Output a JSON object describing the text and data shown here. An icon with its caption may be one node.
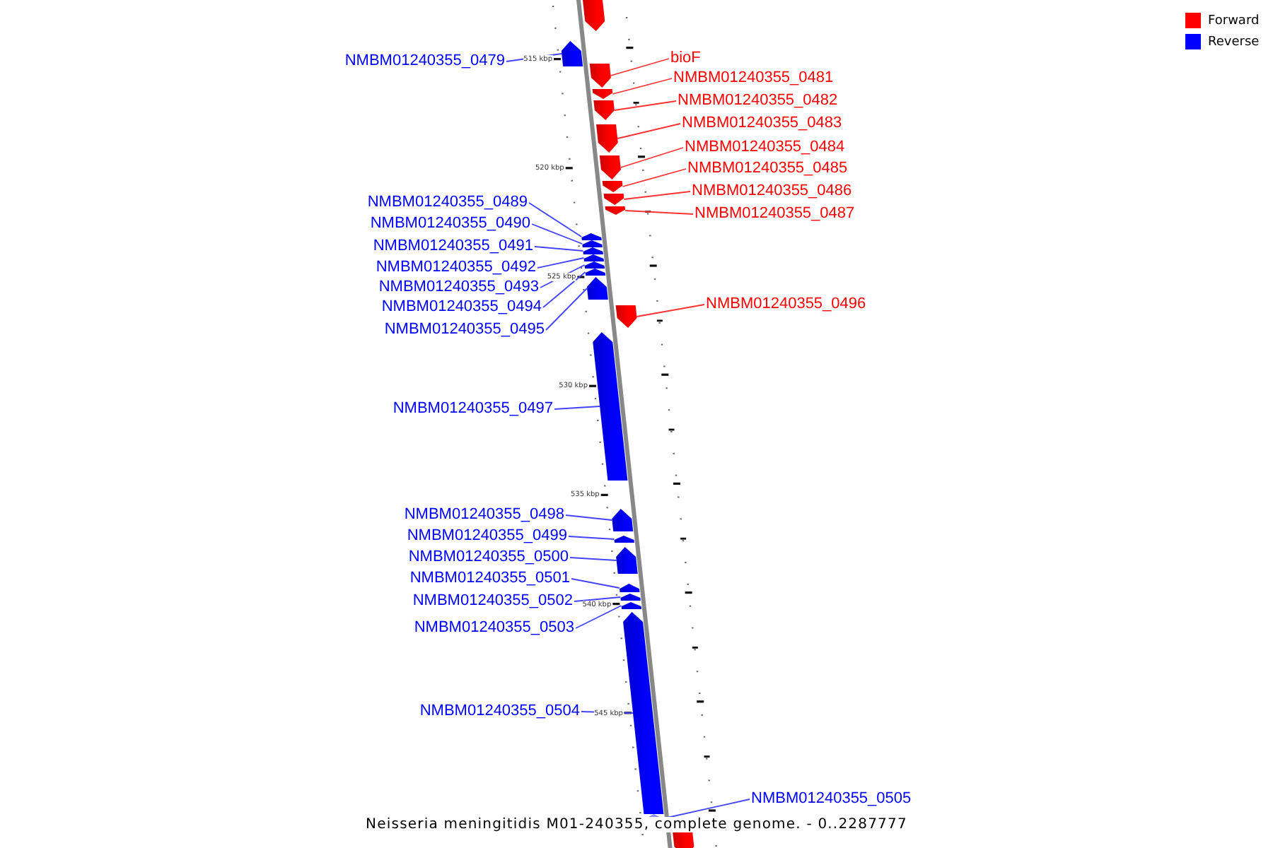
{
  "diagram": {
    "caption": "Neisseria meningitidis M01-240355, complete genome. - 0..2287777",
    "nodes": [
      {
        "text": [
          "NMBM01240355_0479"
        ]
      },
      {
        "text": [
          "bioF"
        ]
      },
      {
        "text": [
          "NMBM01240355_0481"
        ]
      },
      {
        "text": [
          "NMBM01240355_0482"
        ]
      },
      {
        "text": [
          "NMBM01240355_0483"
        ]
      },
      {
        "text": [
          "NMBM01240355_0484"
        ]
      },
      {
        "text": [
          "NMBM01240355_0485"
        ]
      },
      {
        "text": [
          "NMBM01240355_0486"
        ]
      },
      {
        "text": [
          "NMBM01240355_0487"
        ]
      },
      {
        "text": [
          "NMBM01240355_0489"
        ]
      },
      {
        "text": [
          "NMBM01240355_0490"
        ]
      },
      {
        "text": [
          "NMBM01240355_0491"
        ]
      },
      {
        "text": [
          "NMBM01240355_0492"
        ]
      },
      {
        "text": [
          "NMBM01240355_0493"
        ]
      },
      {
        "text": [
          "NMBM01240355_0494"
        ]
      },
      {
        "text": [
          "NMBM01240355_0495"
        ]
      },
      {
        "text": [
          "NMBM01240355_0496"
        ]
      },
      {
        "text": [
          "NMBM01240355_0497"
        ]
      },
      {
        "text": [
          "NMBM01240355_0498"
        ]
      },
      {
        "text": [
          "NMBM01240355_0499"
        ]
      },
      {
        "text": [
          "NMBM01240355_0500"
        ]
      },
      {
        "text": [
          "NMBM01240355_0501"
        ]
      },
      {
        "text": [
          "NMBM01240355_0502"
        ]
      },
      {
        "text": [
          "NMBM01240355_0503"
        ]
      },
      {
        "text": [
          "NMBM01240355_0504"
        ]
      },
      {
        "text": [
          "NMBM01240355_0505"
        ]
      },
      {
        "text": [],
        "shape": "bar"
      },
      {
        "text": [],
        "shape": "bar"
      },
      {
        "text": [],
        "shape": "bar"
      },
      {
        "text": [],
        "shape": "bar"
      },
      {
        "text": [],
        "shape": "bar"
      },
      {
        "text": [],
        "shape": "bar"
      },
      {
        "text": [],
        "shape": "bar"
      },
      {
        "text": [],
        "shape": "bar"
      },
      {
        "text": [],
        "shape": "bar"
      },
      {
        "text": [],
        "shape": "bar"
      },
      {
        "text": [],
        "shape": "bar"
      },
      {
        "text": [],
        "shape": "bar"
      },
      {
        "text": [],
        "shape": "bar"
      },
      {
        "text": [],
        "shape": "bar"
      },
      {
        "text": [],
        "shape": "bar"
      },
      {
        "text": [],
        "shape": "bar"
      },
      {
        "text": [],
        "shape": "bar"
      },
      {
        "text": [],
        "shape": "bar"
      },
      {
        "text": [],
        "shape": "bar"
      },
      {
        "text": [],
        "shape": "bar"
      },
      {
        "text": [],
        "shape": "bar"
      },
      {
        "text": [],
        "shape": "bar"
      },
      {
        "text": [],
        "shape": "bar"
      },
      {
        "text": [],
        "shape": "bar"
      },
      {
        "text": [],
        "shape": "bar"
      },
      {
        "text": [],
        "shape": "bar"
      },
      {
        "text": [],
        "shape": "bar"
      },
      {
        "text": [],
        "shape": "bar"
      }
    ],
    "edges": [
      {
        "from": 0,
        "to": 27,
        "arrow": "none"
      },
      {
        "from": 1,
        "to": 28,
        "arrow": "none",
        "color": "#ff3333"
      },
      {
        "from": 2,
        "to": 29,
        "arrow": "none",
        "color": "#ff3333"
      },
      {
        "from": 3,
        "to": 30,
        "arrow": "none",
        "color": "#ff3333"
      },
      {
        "from": 4,
        "to": 31,
        "arrow": "none",
        "color": "#ff3333"
      },
      {
        "from": 5,
        "to": 32,
        "arrow": "none",
        "color": "#ff3333"
      },
      {
        "from": 6,
        "to": 33,
        "arrow": "none",
        "color": "#ff3333"
      },
      {
        "from": 7,
        "to": 34,
        "arrow": "none",
        "color": "#ff3333"
      },
      {
        "from": 8,
        "to": 35,
        "arrow": "none",
        "color": "#ff3333"
      },
      {
        "from": 9,
        "to": 36,
        "arrow": "none"
      },
      {
        "from": 10,
        "to": 37,
        "arrow": "none"
      },
      {
        "from": 11,
        "to": 38,
        "arrow": "none"
      },
      {
        "from": 12,
        "to": 39,
        "arrow": "none"
      },
      {
        "from": 13,
        "to": 40,
        "arrow": "none"
      },
      {
        "from": 14,
        "to": 41,
        "arrow": "none"
      },
      {
        "from": 15,
        "to": 42,
        "arrow": "none"
      },
      {
        "from": 16,
        "to": 43,
        "arrow": "none",
        "color": "#ff3333"
      },
      {
        "from": 17,
        "to": 44,
        "arrow": "none"
      },
      {
        "from": 18,
        "to": 45,
        "arrow": "none"
      },
      {
        "from": 19,
        "to": 46,
        "arrow": "none"
      },
      {
        "from": 20,
        "to": 47,
        "arrow": "none"
      },
      {
        "from": 21,
        "to": 48,
        "arrow": "none"
      },
      {
        "from": 22,
        "to": 49,
        "arrow": "none"
      },
      {
        "from": 23,
        "to": 50,
        "arrow": "none"
      },
      {
        "from": 24,
        "to": 51,
        "arrow": "none"
      },
      {
        "from": 25,
        "to": 52,
        "arrow": "none"
      }
    ],
    "labels": [
      "515 kbp",
      "520 kbp",
      "525 kbp",
      "530 kbp",
      "535 kbp",
      "540 kbp",
      "545 kbp"
    ],
    "legend": [
      {
        "text": "Forward",
        "color": "#ff0000"
      },
      {
        "text": "Reverse",
        "color": "#0000ff"
      }
    ]
  }
}
